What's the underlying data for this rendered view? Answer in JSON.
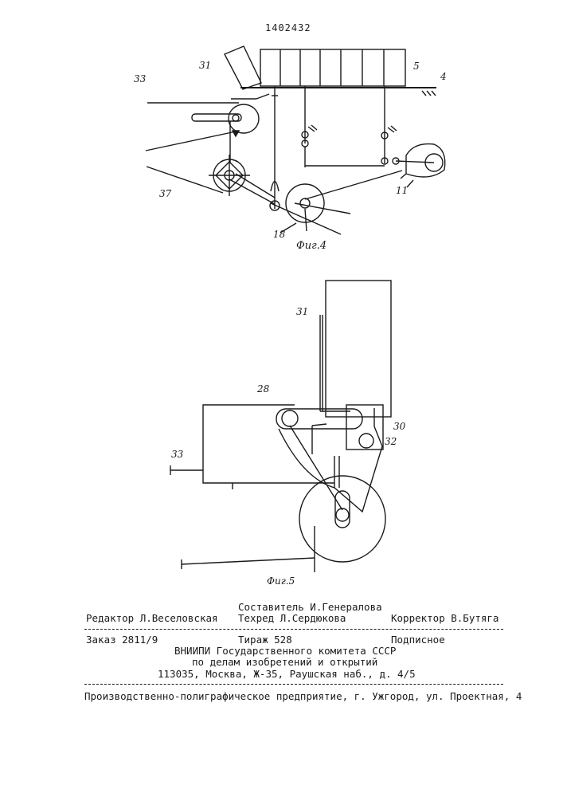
{
  "patent_number": "1402432",
  "fig4": {
    "caption": "Фиг.4",
    "labels": {
      "l31": "31",
      "l33": "33",
      "l5": "5",
      "l4": "4",
      "l37": "37",
      "l18": "18",
      "l11": "11"
    }
  },
  "fig5": {
    "caption": "Фиг.5",
    "labels": {
      "l31": "31",
      "l28": "28",
      "l30": "30",
      "l32": "32",
      "l33": "33"
    }
  },
  "colophon": {
    "compiler": "Составитель И.Генералова",
    "editor": "Редактор Л.Веселовская",
    "techred": "Техред Л.Сердюкова",
    "corrector": "Корректор В.Бутяга",
    "order": "Заказ 2811/9",
    "circulation": "Тираж 528",
    "subscription": "Подписное",
    "org_line1": "ВНИИПИ Государственного комитета СССР",
    "org_line2": "по делам изобретений и открытий",
    "org_line3": "113035, Москва, Ж-35, Раушская наб., д. 4/5",
    "printer": "Производственно-полиграфическое предприятие, г. Ужгород, ул. Проектная, 4"
  }
}
